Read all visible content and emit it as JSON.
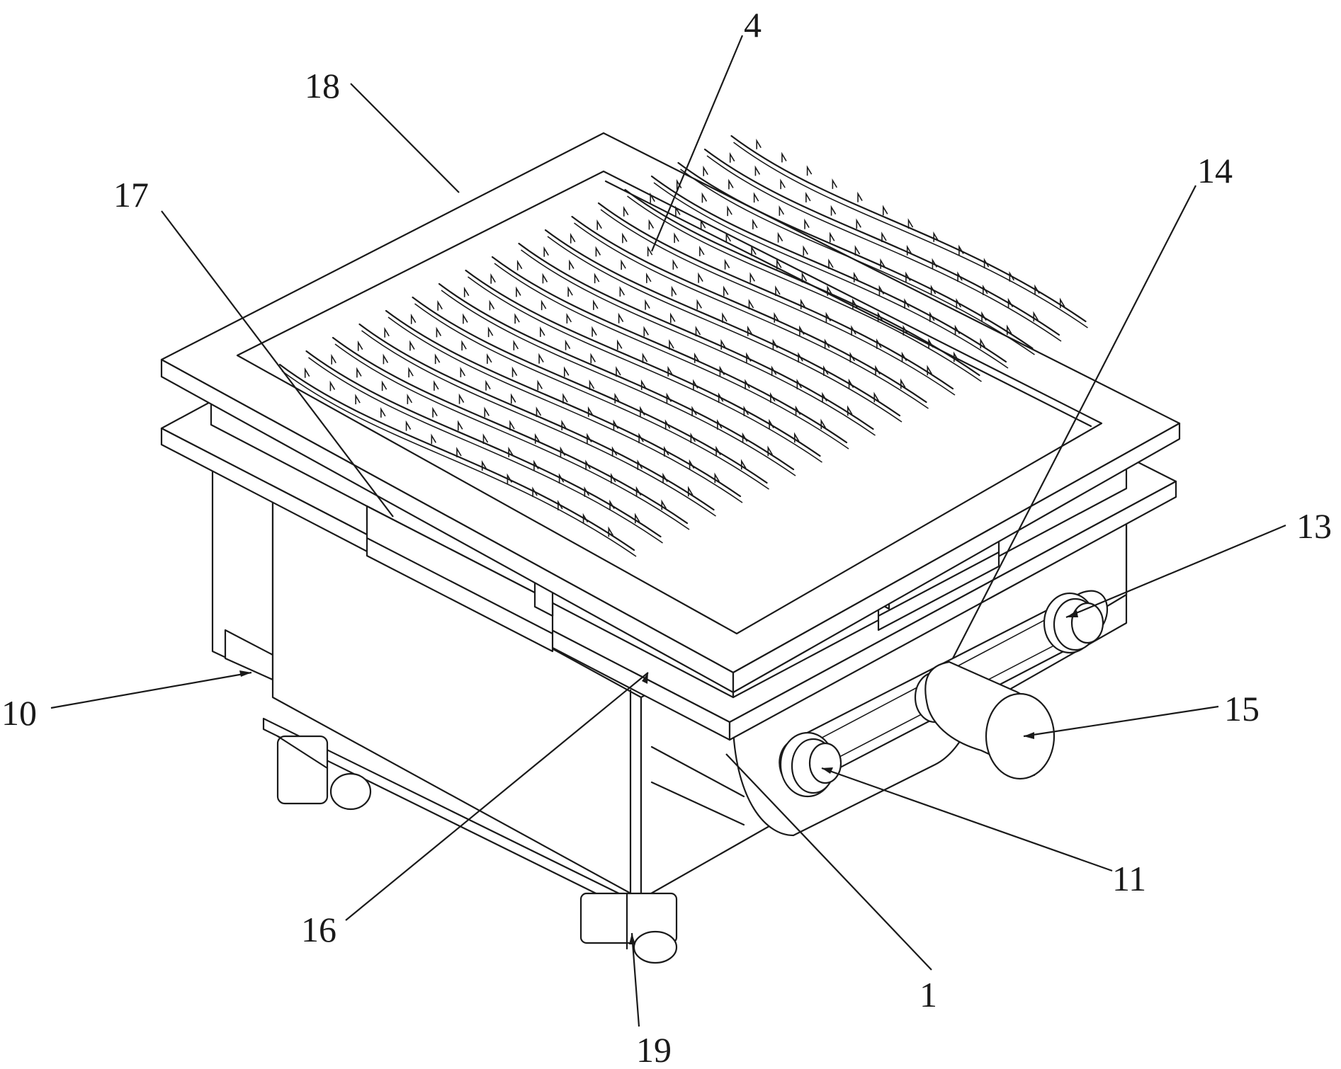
{
  "figure": {
    "labels": [
      {
        "id": "label-1",
        "text": "1"
      },
      {
        "id": "label-4",
        "text": "4"
      },
      {
        "id": "label-10",
        "text": "10"
      },
      {
        "id": "label-11",
        "text": "11"
      },
      {
        "id": "label-13",
        "text": "13"
      },
      {
        "id": "label-14",
        "text": "14"
      },
      {
        "id": "label-15",
        "text": "15"
      },
      {
        "id": "label-16",
        "text": "16"
      },
      {
        "id": "label-17",
        "text": "17"
      },
      {
        "id": "label-18",
        "text": "18"
      },
      {
        "id": "label-19",
        "text": "19"
      }
    ]
  }
}
